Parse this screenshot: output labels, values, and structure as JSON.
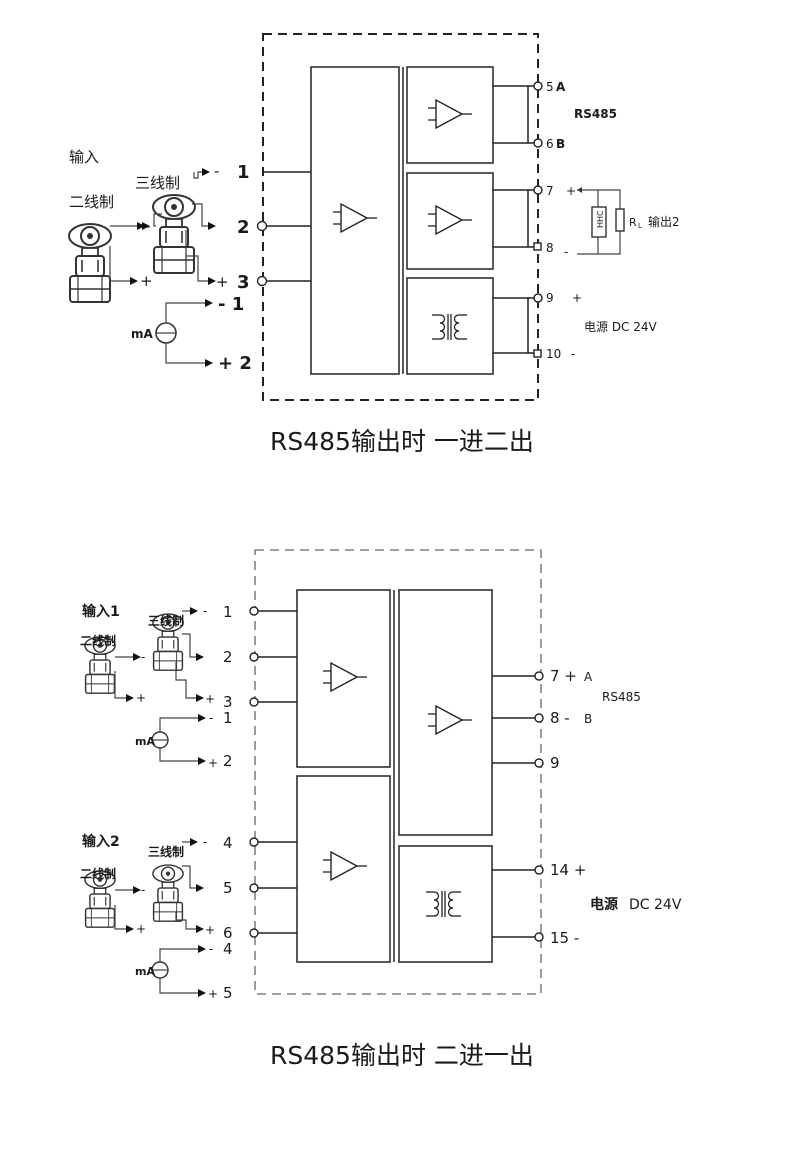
{
  "diagram1": {
    "caption": "RS485输出时 一进二出",
    "input_title": "输入",
    "two_wire": "二线制",
    "three_wire": "三线制",
    "in_terminals": [
      "1",
      "2",
      "3"
    ],
    "ma_label": "mA",
    "ma_terminals": [
      "- 1",
      "+ 2"
    ],
    "minus": "-",
    "plus": "+",
    "out_terminals": [
      "5",
      "6",
      "7",
      "8",
      "9",
      "10"
    ],
    "out_tags": [
      "A",
      "B",
      "+",
      "-",
      "+",
      "-"
    ],
    "rs485": "RS485",
    "hhc": "HHC",
    "rl_label": "R",
    "rl_sub": "L",
    "output2": "输出2",
    "power": "电源 DC 24V"
  },
  "diagram2": {
    "caption": "RS485输出时 二进一出",
    "input1_title": "输入1",
    "input2_title": "输入2",
    "two_wire": "二线制",
    "three_wire": "三线制",
    "ma_label": "mA",
    "group1_terminals": [
      "1",
      "2",
      "3"
    ],
    "group1_ma": [
      "1",
      "2"
    ],
    "group2_terminals": [
      "4",
      "5",
      "6"
    ],
    "group2_ma": [
      "4",
      "5"
    ],
    "minus": "-",
    "plus": "+",
    "right_terminals": [
      "7 +",
      "8 -",
      "9",
      "14 +",
      "15 -"
    ],
    "rs485_tags": [
      "A",
      "B"
    ],
    "rs485": "RS485",
    "power_bold": "电源",
    "power_rest": "DC 24V"
  }
}
